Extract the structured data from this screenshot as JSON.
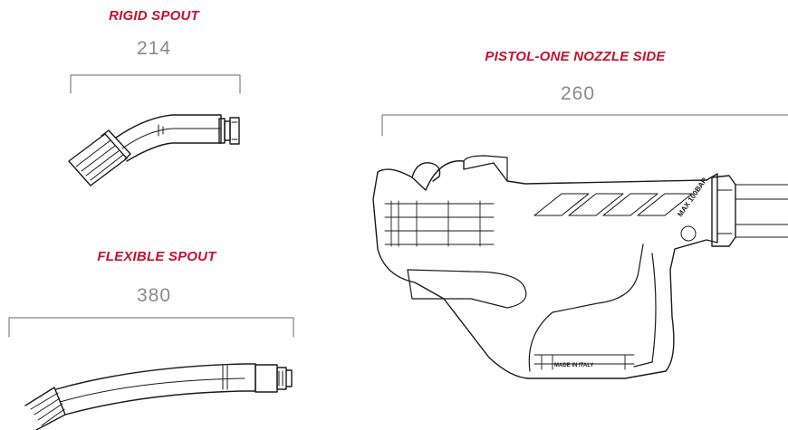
{
  "rigid": {
    "title": "RIGID SPOUT",
    "dimension": "214"
  },
  "flexible": {
    "title": "FLEXIBLE SPOUT",
    "dimension": "380"
  },
  "pistol": {
    "title": "PISTOL-ONE NOZZLE SIDE",
    "dimension": "260",
    "body_marking": "MAX 100BAR",
    "grip_marking": "MADE IN ITALY"
  },
  "colors": {
    "accent": "#c8102e",
    "dimension": "#8a8a8a",
    "line": "#1a1a1a"
  }
}
